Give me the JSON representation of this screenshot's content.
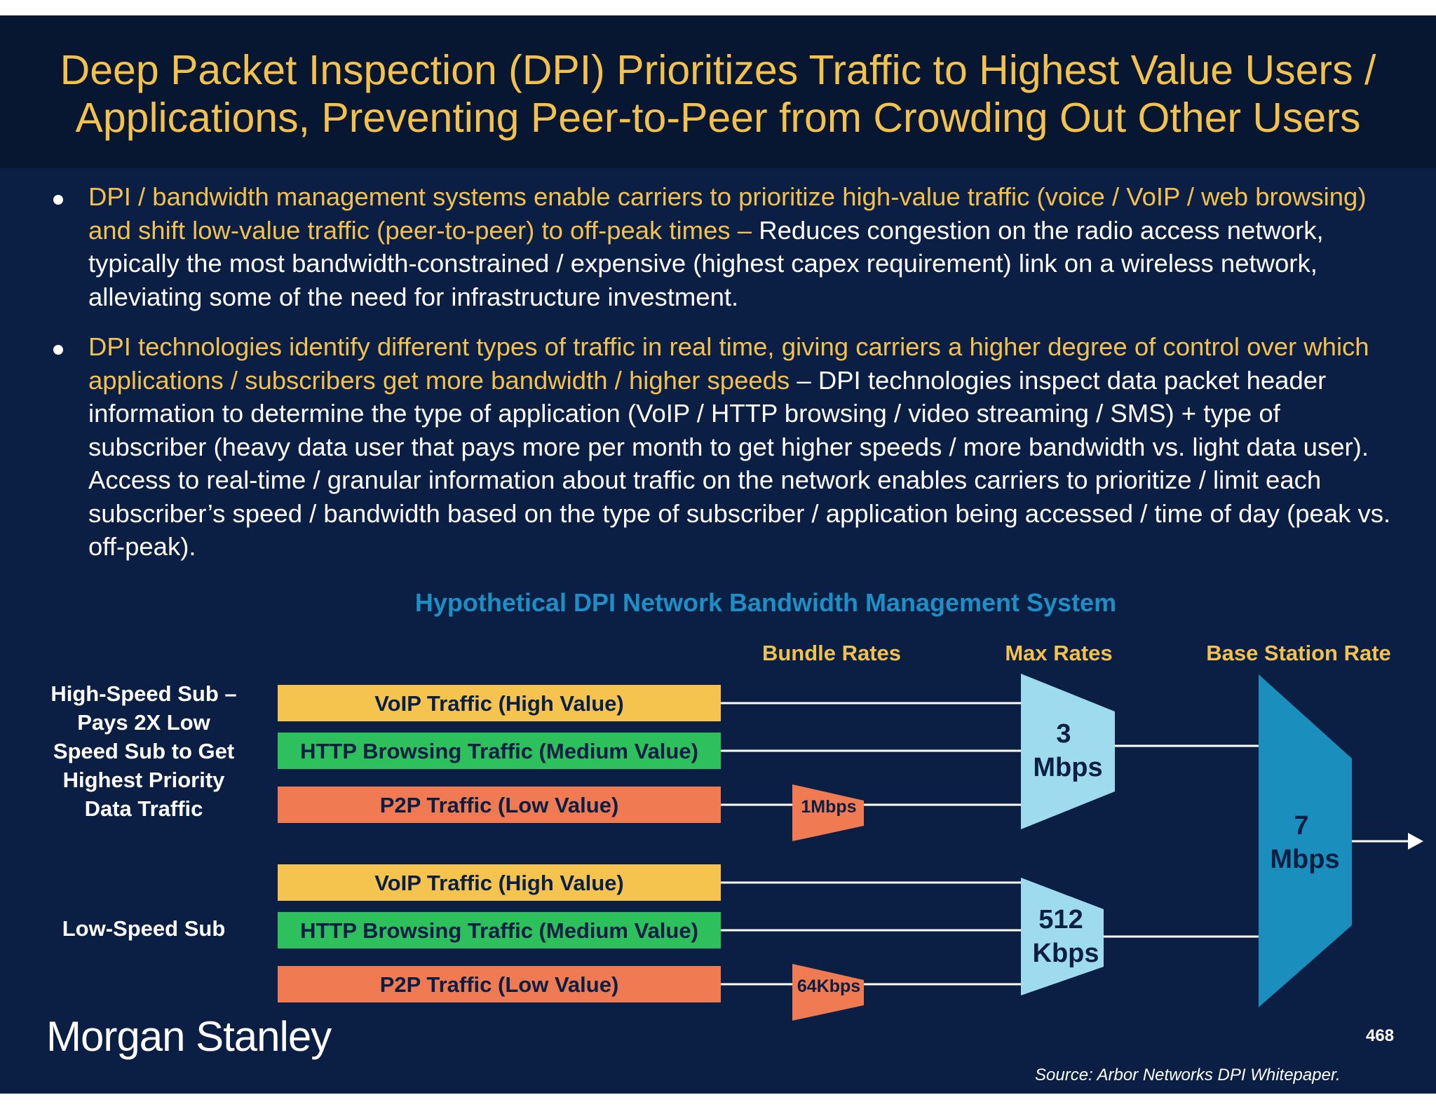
{
  "title": "Deep Packet Inspection (DPI) Prioritizes Traffic to Highest Value Users / Applications, Preventing Peer-to-Peer from Crowding Out Other Users",
  "bullets": [
    {
      "highlight": "DPI / bandwidth management systems enable carriers to prioritize high-value traffic (voice / VoIP / web browsing) and shift low-value traffic (peer-to-peer) to off-peak times –",
      "text": " Reduces congestion on the radio access network, typically the most bandwidth-constrained / expensive (highest capex requirement) link on a wireless network, alleviating some of the need for infrastructure investment."
    },
    {
      "highlight": "DPI technologies identify different types of traffic in real time, giving carriers a higher degree of control over which applications / subscribers get more bandwidth / higher speeds",
      "text": " – DPI technologies inspect data packet header information to determine the type of application (VoIP / HTTP browsing / video streaming / SMS) + type of subscriber (heavy data user that pays more per month to get higher speeds / more bandwidth vs. light data user). Access to real-time / granular information about traffic on the network enables carriers to prioritize / limit each subscriber’s speed / bandwidth based on the type of subscriber / application being accessed / time of day (peak vs. off-peak)."
    }
  ],
  "diagram": {
    "title": "Hypothetical DPI Network Bandwidth Management System",
    "column_headers": {
      "bundle": "Bundle Rates",
      "max": "Max Rates",
      "base": "Base Station Rate"
    },
    "groups": [
      {
        "label_lines": [
          "High-Speed Sub –",
          "Pays 2X Low",
          "Speed Sub to Get",
          "Highest Priority",
          "Data Traffic"
        ],
        "traffic": [
          {
            "label": "VoIP Traffic (High Value)",
            "kind": "voip"
          },
          {
            "label": "HTTP Browsing Traffic (Medium Value)",
            "kind": "http"
          },
          {
            "label": "P2P Traffic (Low Value)",
            "kind": "p2p"
          }
        ],
        "bundle_rate": "1Mbps",
        "max_rate_lines": [
          "3",
          "Mbps"
        ]
      },
      {
        "label_lines": [
          "Low-Speed Sub"
        ],
        "traffic": [
          {
            "label": "VoIP Traffic (High Value)",
            "kind": "voip"
          },
          {
            "label": "HTTP Browsing Traffic (Medium Value)",
            "kind": "http"
          },
          {
            "label": "P2P Traffic (Low Value)",
            "kind": "p2p"
          }
        ],
        "bundle_rate": "64Kbps",
        "max_rate_lines": [
          "512",
          "Kbps"
        ]
      }
    ],
    "base_rate_lines": [
      "7",
      "Mbps"
    ],
    "colors": {
      "voip": "#f5c44e",
      "http": "#2ec05c",
      "p2p": "#f07a52",
      "max_funnel": "#9edbef",
      "base_funnel": "#1a8fbd",
      "header": "#f2c14e",
      "diagram_title": "#1e8fc4"
    }
  },
  "footer": {
    "logo": "Morgan Stanley",
    "page": "468",
    "source": "Source: Arbor Networks DPI Whitepaper."
  }
}
